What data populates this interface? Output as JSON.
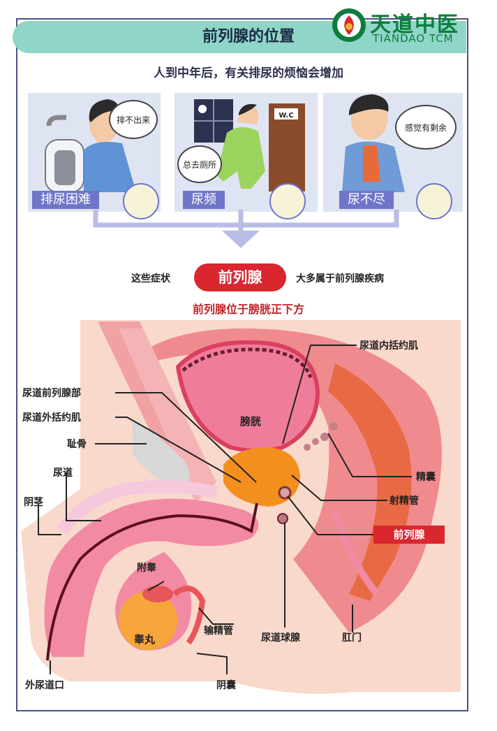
{
  "header": {
    "title": "前列腺的位置",
    "subtitle": "人到中年后，有关排尿的烦恼会增加"
  },
  "logo": {
    "cn": "天道中医",
    "en": "TIANDAO TCM"
  },
  "panels": [
    {
      "label": "排尿困难",
      "bubble": "排不出来"
    },
    {
      "label": "尿频",
      "bubble": "总去厕所",
      "sign": "W.C"
    },
    {
      "label": "尿不尽",
      "bubble": "感觉有剩余"
    }
  ],
  "symptom_line": {
    "left": "这些症状",
    "highlight": "前列腺",
    "right": "大多属于前列腺疾病"
  },
  "location_note": "前列腺位于膀胱正下方",
  "anatomy": {
    "bladder": "膀胱",
    "urethral_internal_sphincter": "尿道内括约肌",
    "prostatic_urethra": "尿道前列腺部",
    "urethral_external_sphincter": "尿道外括约肌",
    "pubic_bone": "耻骨",
    "urethra": "尿道",
    "penis": "阴茎",
    "seminal_vesicle": "精囊",
    "ejaculatory_duct": "射精管",
    "prostate": "前列腺",
    "epididymis": "附睾",
    "testis": "睾丸",
    "vas_deferens": "输精管",
    "bulbourethral_gland": "尿道球腺",
    "anus": "肛门",
    "scrotum": "阴囊",
    "external_urethral_orifice": "外尿道口"
  },
  "colors": {
    "title_bar": "#8fd6c9",
    "accent_red": "#d9262f",
    "panel_blue": "#6f75c9",
    "logo_green": "#0d7d3c"
  }
}
